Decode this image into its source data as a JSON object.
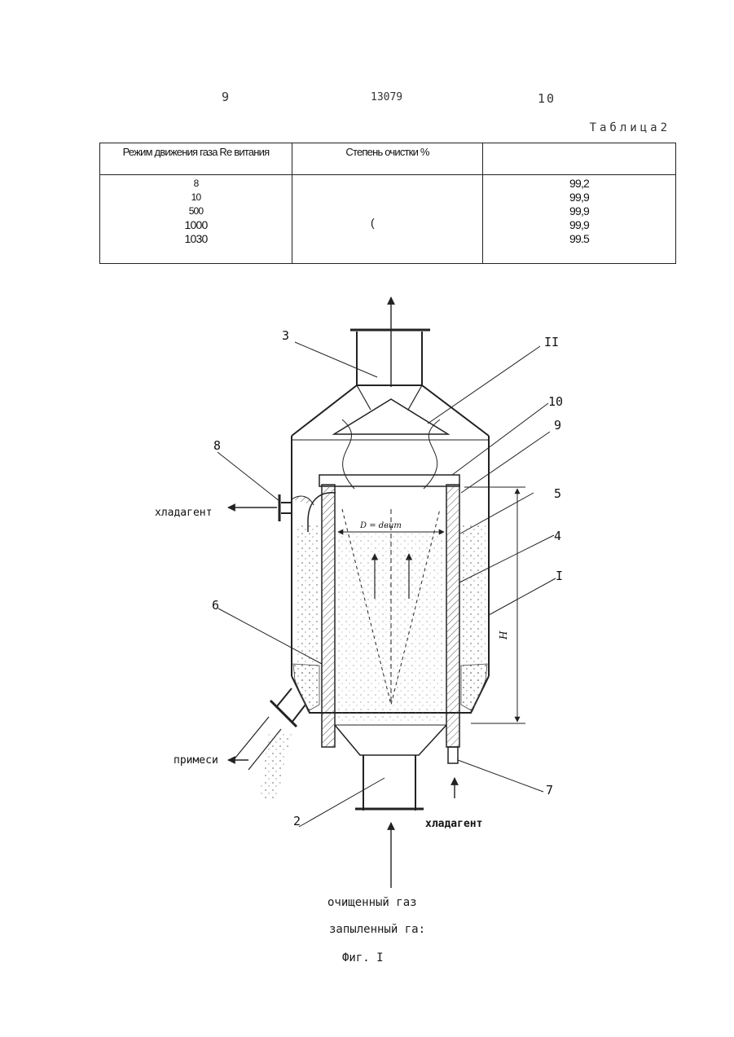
{
  "page_numbers": {
    "left": "9",
    "center": "13079",
    "right": "10"
  },
  "table": {
    "caption": "Таблица2",
    "headers": [
      "Режим движения газа Re витания",
      "Степень очистки %",
      ""
    ],
    "col1_values": [
      "8",
      "10",
      "500",
      "1000",
      "1030"
    ],
    "col2_value": "(",
    "col3_values": [
      "99,2",
      "99,9",
      "99,9",
      "99,9",
      "99.5"
    ]
  },
  "figure": {
    "callouts": [
      "3",
      "II",
      "10",
      "9",
      "8",
      "5",
      "4",
      "I",
      "6",
      "7",
      "2"
    ],
    "dimension_labels": {
      "height": "H",
      "diameter": "D = dвит"
    },
    "labels": {
      "coolant_out": "хладагент",
      "coolant_in": "хладагент",
      "impurities": "примеси",
      "cleaned_gas": "очищенный газ",
      "dusty_gas": "запыленный га:",
      "caption": "Фиг. I"
    }
  }
}
